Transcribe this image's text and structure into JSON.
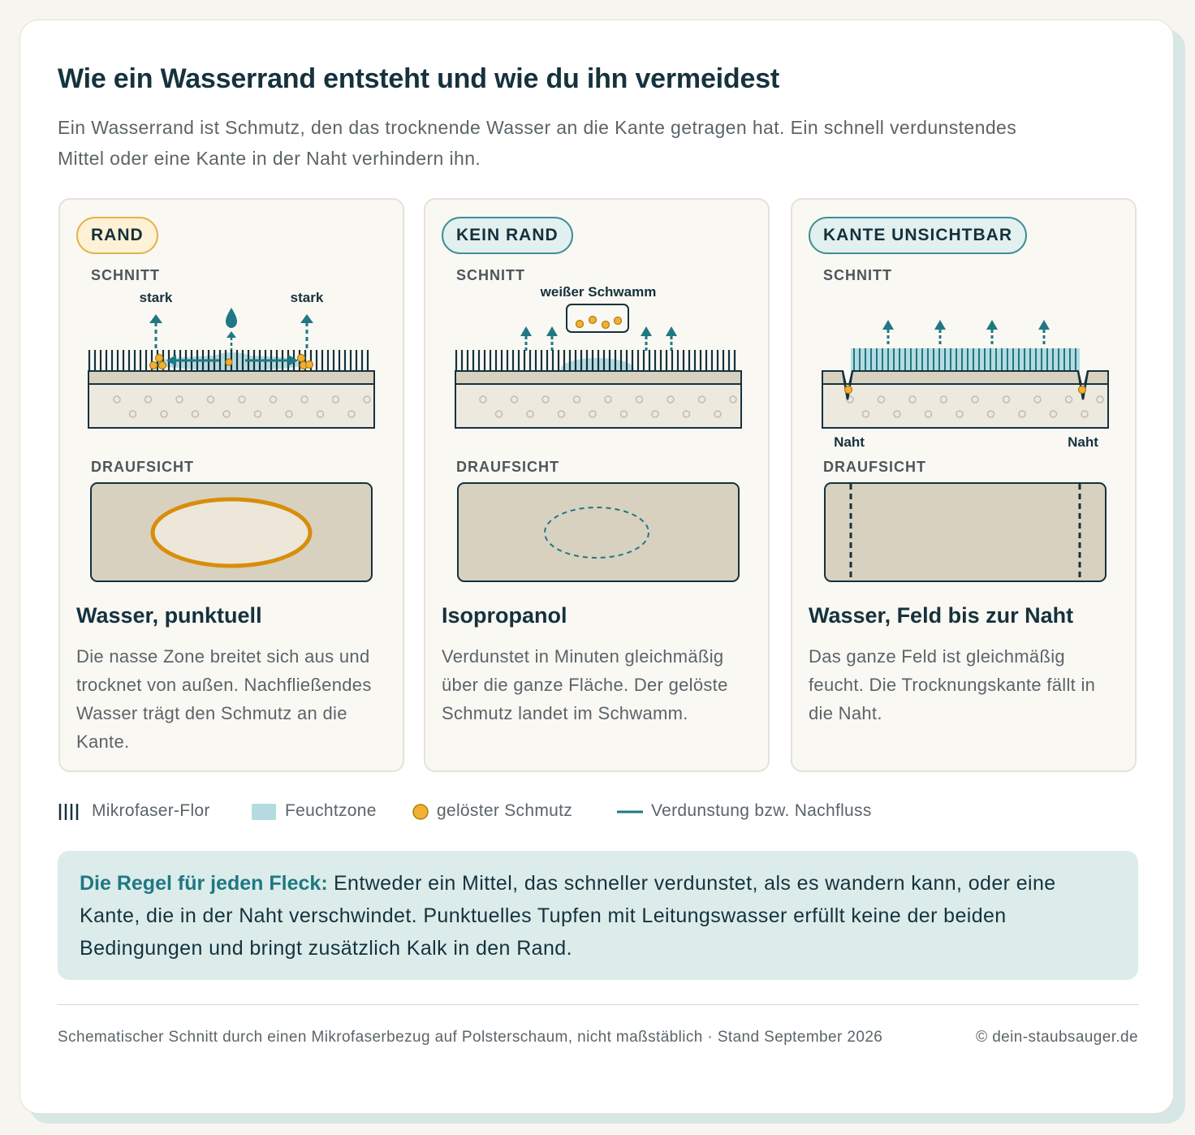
{
  "title": "Wie ein Wasserrand entsteht und wie du ihn vermeidest",
  "intro": "Ein Wasserrand ist Schmutz, den das trocknende Wasser an die Kante getragen hat. Ein schnell verdunstendes Mittel oder eine Kante in der Naht verhindern ihn.",
  "colors": {
    "teal": "#1f7883",
    "amber": "#e5a21f",
    "ring": "#d88d0b",
    "wet": "#b5dbe0",
    "fabric": "#d8d1c0",
    "dark": "#15323d"
  },
  "panels": [
    {
      "badge": "RAND",
      "section_label": "SCHNITT",
      "cut_labels": [
        "stark",
        "stark"
      ],
      "top_label": "DRAUFSICHT",
      "case_title": "Wasser, punktuell",
      "case_text": "Die nasse Zone breitet sich aus und trocknet von außen. Nachfließendes Wasser trägt den Schmutz an die Kante."
    },
    {
      "badge": "KEIN RAND",
      "section_label": "SCHNITT",
      "cut_labels": [
        "weißer Schwamm"
      ],
      "top_label": "DRAUFSICHT",
      "case_title": "Isopropanol",
      "case_text": "Verdunstet in Minuten gleichmäßig über die ganze Fläche. Der gelöste Schmutz landet im Schwamm."
    },
    {
      "badge": "KANTE UNSICHTBAR",
      "section_label": "SCHNITT",
      "cut_labels": [
        "Naht",
        "Naht"
      ],
      "top_label": "DRAUFSICHT",
      "case_title": "Wasser, Feld bis zur Naht",
      "case_text": "Das ganze Feld ist gleichmäßig feucht. Die Trocknungskante fällt in die Naht."
    }
  ],
  "legend": [
    {
      "icon": "pile-icon",
      "label": "Mikrofaser-Flor"
    },
    {
      "icon": "wet-zone-icon",
      "label": "Feuchtzone"
    },
    {
      "icon": "dirt-dot-icon",
      "label": "gelöster Schmutz"
    },
    {
      "icon": "flow-line-icon",
      "label": "Verdunstung bzw. Nachfluss"
    }
  ],
  "rule": {
    "lead": "Die Regel für jeden Fleck:",
    "text": " Entweder ein Mittel, das schneller verdunstet, als es wandern kann, oder eine Kante, die in der Naht verschwindet. Punktuelles Tupfen mit Leitungswasser erfüllt keine der beiden Bedingungen und bringt zusätzlich Kalk in den Rand."
  },
  "footer": {
    "note": "Schematischer Schnitt durch einen Mikrofaserbezug auf Polsterschaum, nicht maßstäblich · Stand September 2026",
    "copyright": "© dein-staubsauger.de"
  }
}
